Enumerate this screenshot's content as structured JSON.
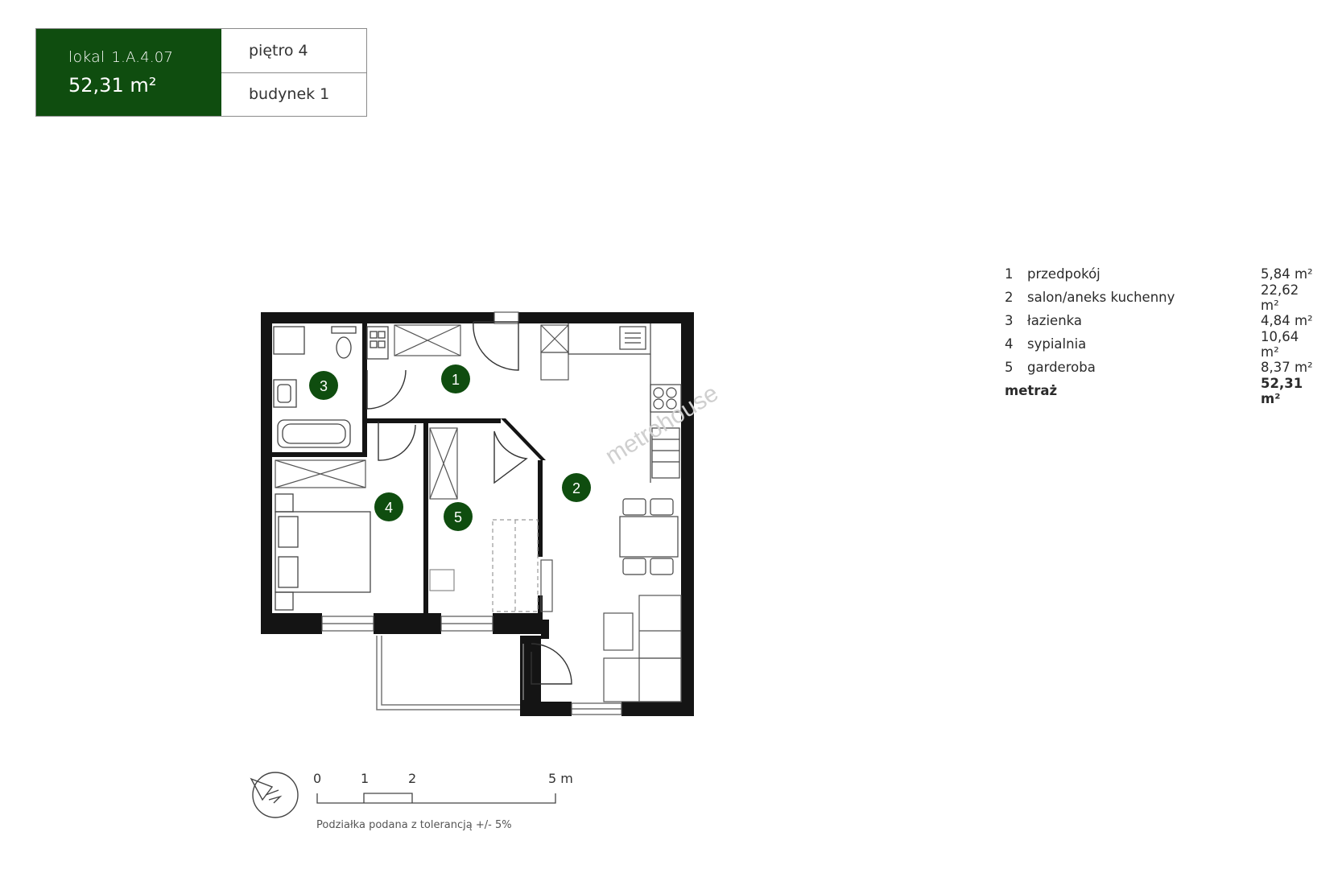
{
  "theme": {
    "accent": "#0f4d0f",
    "wall": "#141414"
  },
  "header": {
    "lokal_label": "lokal",
    "lokal_code": "1.A.4.07",
    "area": "52,31 m²",
    "floor": "piętro 4",
    "building": "budynek 1"
  },
  "plan": {
    "markers": [
      "1",
      "2",
      "3",
      "4",
      "5"
    ],
    "watermark": "metrohouse"
  },
  "rooms": [
    {
      "num": "1",
      "name": "przedpokój",
      "area": "5,84 m²"
    },
    {
      "num": "2",
      "name": "salon/aneks kuchenny",
      "area": "22,62 m²"
    },
    {
      "num": "3",
      "name": "łazienka",
      "area": "4,84 m²"
    },
    {
      "num": "4",
      "name": "sypialnia",
      "area": "10,64 m²"
    },
    {
      "num": "5",
      "name": "garderoba",
      "area": "8,37 m²"
    }
  ],
  "total": {
    "label": "metraż",
    "area": "52,31 m²"
  },
  "scale": {
    "ticks": [
      "0",
      "1",
      "2",
      "5 m"
    ],
    "note": "Podziałka podana z tolerancją +/- 5%"
  }
}
